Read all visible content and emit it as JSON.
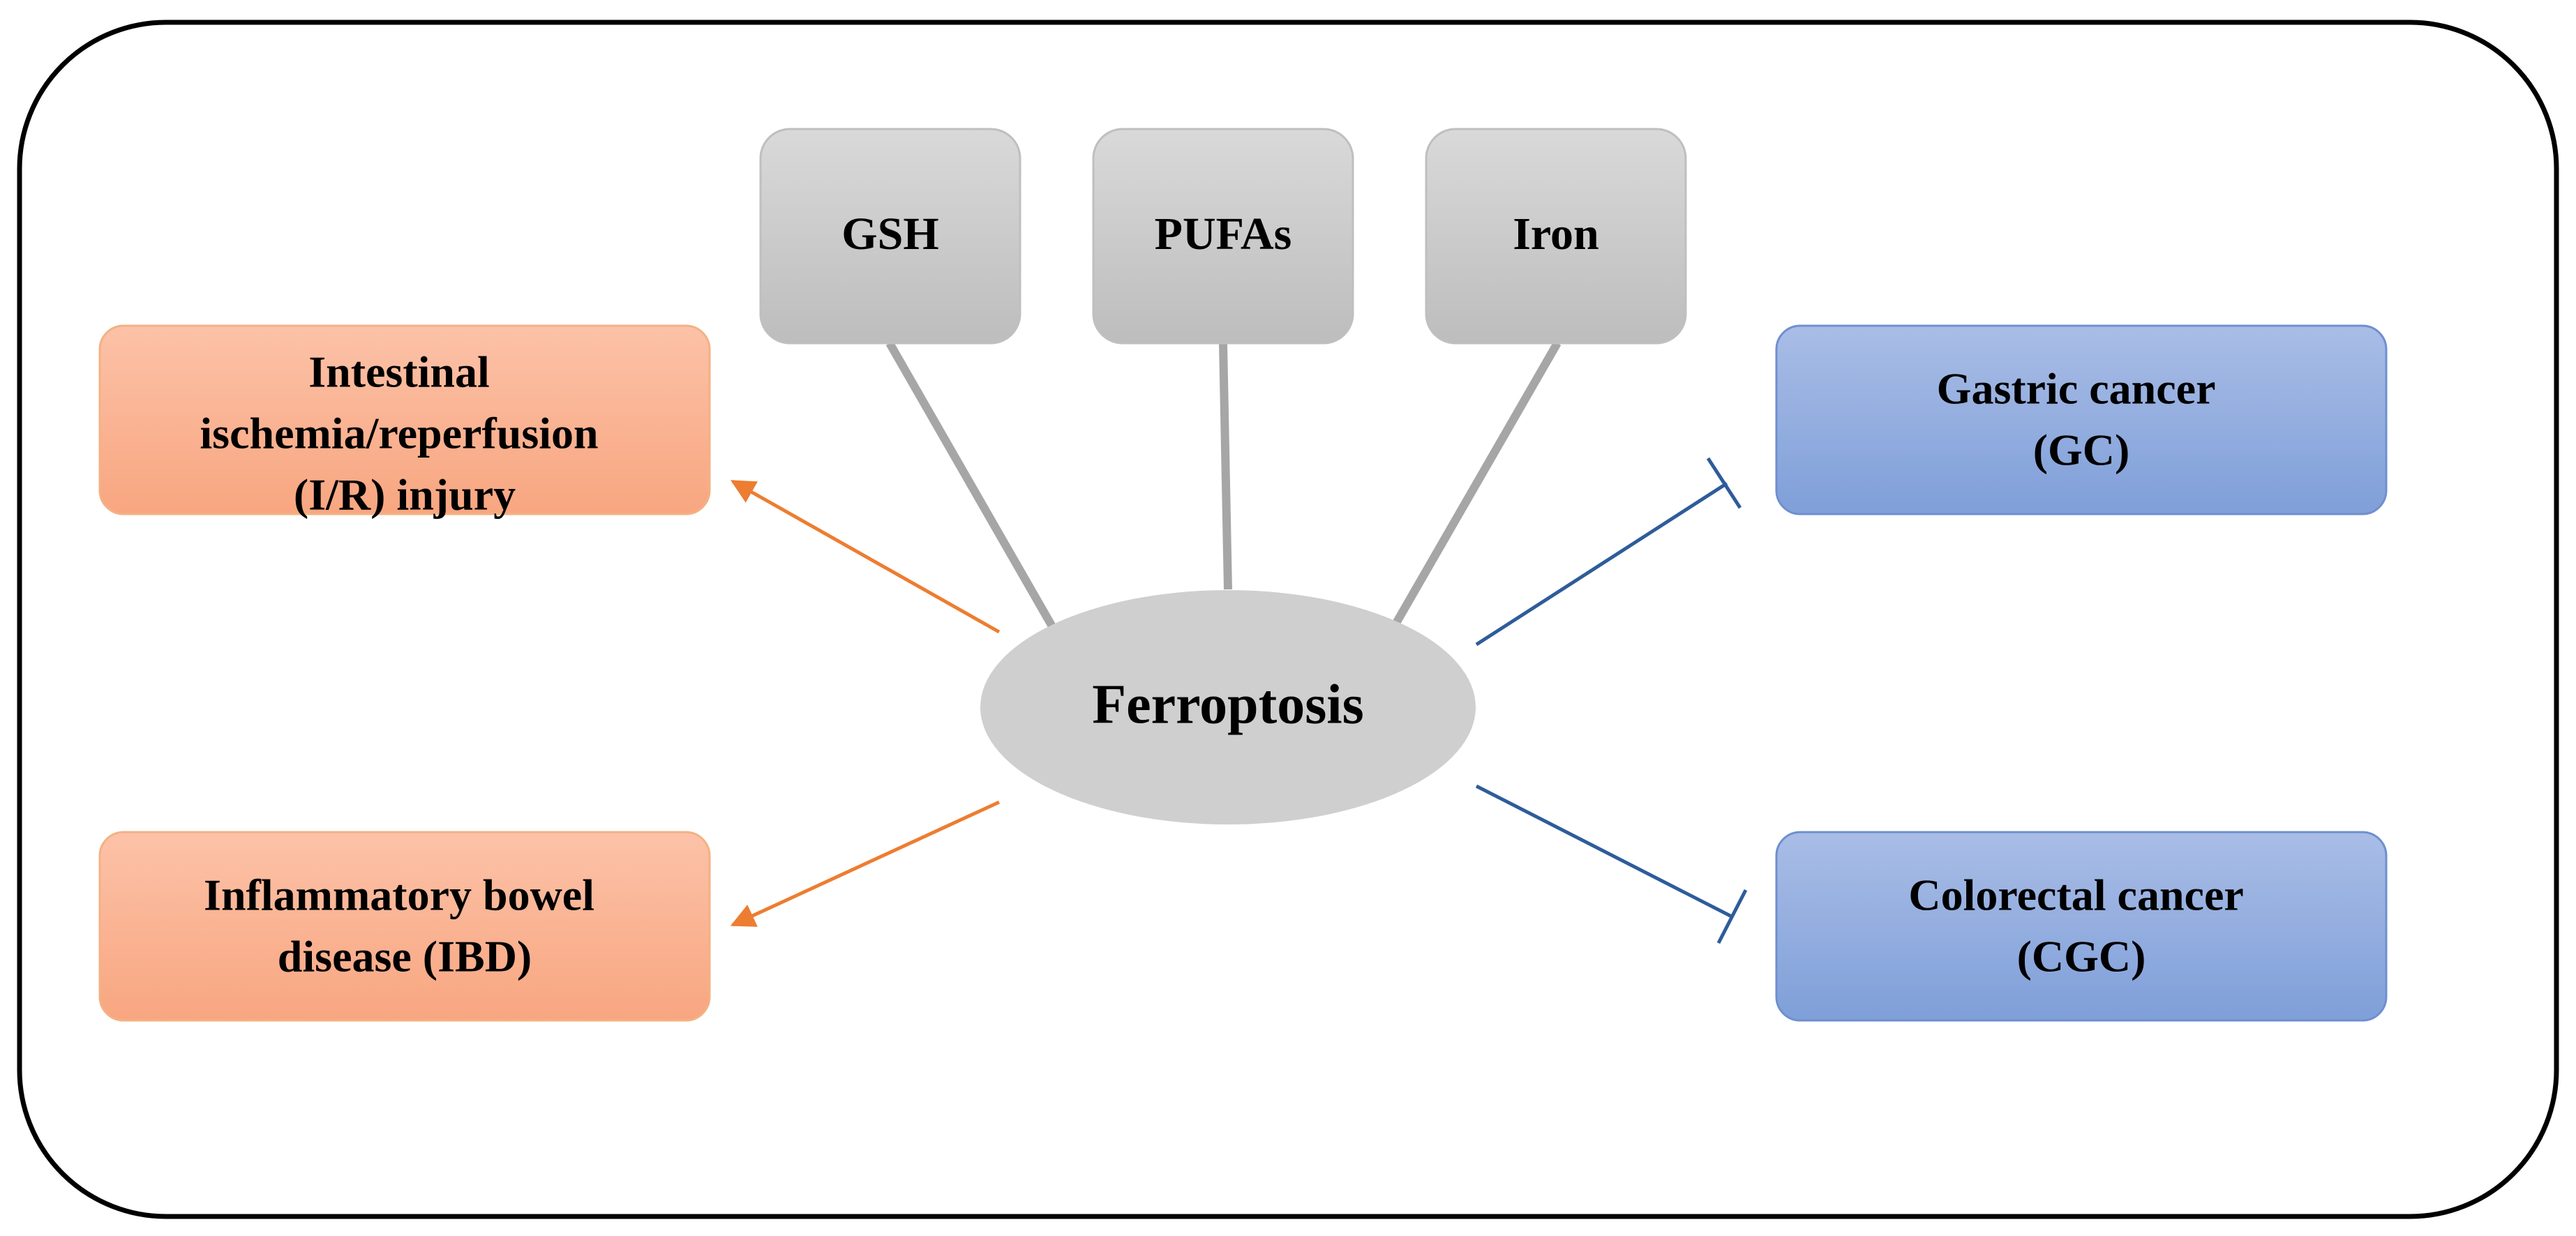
{
  "center": {
    "label": "Ferroptosis"
  },
  "factors": [
    {
      "id": "gsh",
      "label": "GSH"
    },
    {
      "id": "pufas",
      "label": "PUFAs"
    },
    {
      "id": "iron",
      "label": "Iron"
    }
  ],
  "promoted_diseases": [
    {
      "id": "intestinal-ir-injury",
      "lines": [
        "Intestinal",
        "ischemia/reperfusion",
        "(I/R) injury"
      ]
    },
    {
      "id": "ibd",
      "lines": [
        "Inflammatory bowel",
        "disease (IBD)"
      ]
    }
  ],
  "inhibited_diseases": [
    {
      "id": "gastric-cancer",
      "lines": [
        "Gastric cancer",
        "(GC)"
      ]
    },
    {
      "id": "colorectal-cancer",
      "lines": [
        "Colorectal cancer",
        "(CGC)"
      ]
    }
  ],
  "colors": {
    "frame_stroke": "#000000",
    "factor_fill_top": "#d9d9d9",
    "factor_fill_bottom": "#bdbdbd",
    "factor_stroke": "#bfbfbf",
    "connector": "#a6a6a6",
    "center_fill": "#cfcfcf",
    "promote_fill_top": "#fcc2a8",
    "promote_fill_bottom": "#f8a680",
    "promote_stroke": "#f4b183",
    "promote_arrow": "#ed7d31",
    "inhibit_fill_top": "#a9bde6",
    "inhibit_fill_bottom": "#7f9fd9",
    "inhibit_stroke": "#6f8fcf",
    "inhibit_line": "#2e5c9a"
  }
}
